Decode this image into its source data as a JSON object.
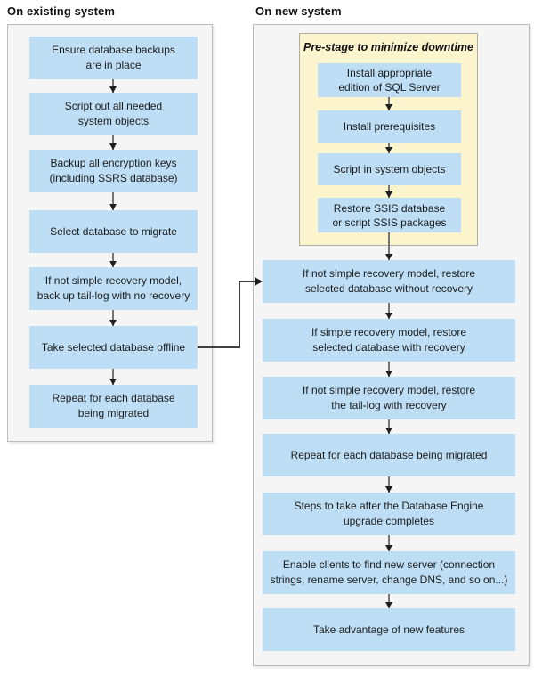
{
  "diagram": {
    "left_panel": {
      "title": "On existing system",
      "boxes": [
        {
          "label": "Ensure database backups\nare in place"
        },
        {
          "label": "Script out all needed\nsystem objects"
        },
        {
          "label": "Backup all encryption keys\n(including SSRS database)"
        },
        {
          "label": "Select database to migrate"
        },
        {
          "label": "If not simple recovery model,\nback up tail-log with no recovery"
        },
        {
          "label": "Take selected database offline"
        },
        {
          "label": "Repeat for each database\nbeing migrated"
        }
      ]
    },
    "right_panel": {
      "title": "On new system",
      "pre_stage": {
        "title": "Pre-stage to minimize downtime",
        "boxes": [
          {
            "label": "Install appropriate\nedition of SQL Server"
          },
          {
            "label": "Install prerequisites"
          },
          {
            "label": "Script in system objects"
          },
          {
            "label": "Restore SSIS database\nor script SSIS packages"
          }
        ]
      },
      "boxes": [
        {
          "label": "If not simple recovery model, restore\nselected database without recovery"
        },
        {
          "label": "If simple recovery model, restore\nselected database with recovery"
        },
        {
          "label": "If not simple recovery model, restore\nthe tail-log with recovery"
        },
        {
          "label": "Repeat for each database being migrated"
        },
        {
          "label": "Steps to take after the Database Engine\nupgrade completes"
        },
        {
          "label": "Enable clients to find new server (connection\nstrings, rename server, change DNS, and so on...)"
        },
        {
          "label": "Take advantage of new features"
        }
      ]
    },
    "colors": {
      "step_fill": "#bddef5",
      "prestage_fill": "#fbf4cd",
      "panel_fill": "#f5f5f5",
      "panel_border": "#bcbcbc",
      "arrow_line": "#757575",
      "arrow_head": "#1f1f1f",
      "connector_line": "#3f3f3f",
      "text": "#1c1c1c"
    }
  }
}
